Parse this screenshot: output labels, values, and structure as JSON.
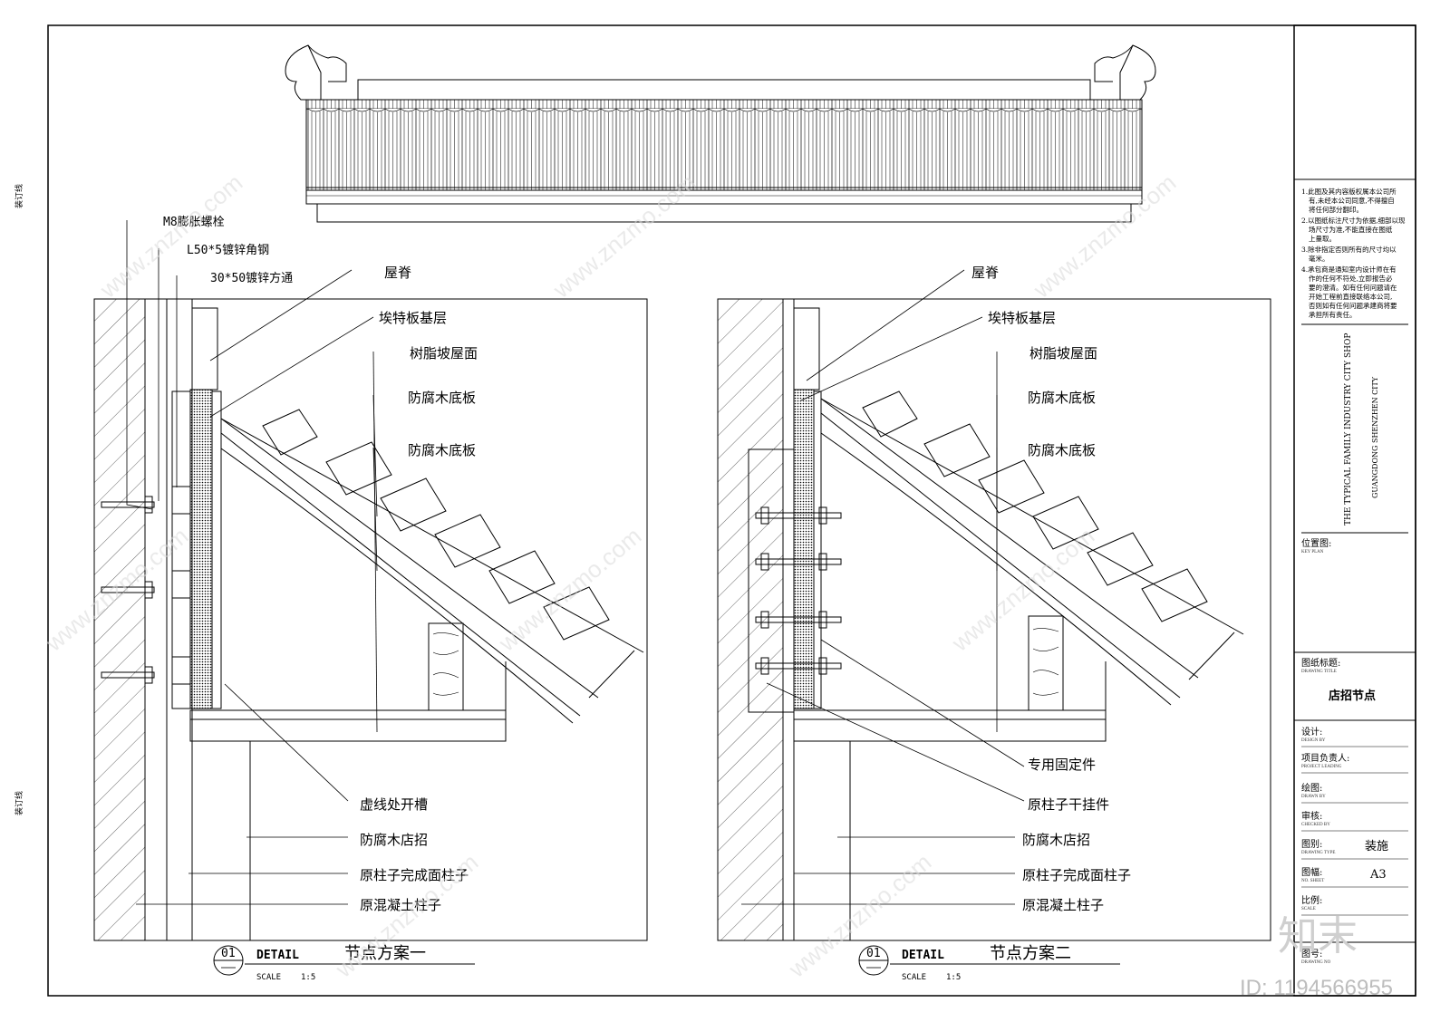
{
  "binding_marks": [
    "装订线",
    "装订线"
  ],
  "roof_callouts_left": [
    "M8膨胀螺栓",
    "L50*5镀锌角钢",
    "30*50镀锌方通"
  ],
  "detail1": {
    "upper_labels": [
      "屋脊",
      "埃特板基层",
      "树脂坡屋面",
      "防腐木底板",
      "防腐木底板"
    ],
    "lower_labels": [
      "虚线处开槽",
      "防腐木店招",
      "原柱子完成面柱子",
      "原混凝土柱子"
    ],
    "number": "01",
    "word": "DETAIL",
    "title": "节点方案一",
    "scale_label": "SCALE",
    "scale_value": "1:5"
  },
  "detail2": {
    "upper_labels": [
      "屋脊",
      "埃特板基层",
      "树脂坡屋面",
      "防腐木底板",
      "防腐木底板"
    ],
    "lower_labels": [
      "专用固定件",
      "原柱子干挂件",
      "防腐木店招",
      "原柱子完成面柱子",
      "原混凝土柱子"
    ],
    "number": "01",
    "word": "DETAIL",
    "title": "节点方案二",
    "scale_label": "SCALE",
    "scale_value": "1:5"
  },
  "notes": [
    "1.此图及其内容版权属本公司所",
    "有,未经本公司同意,不得擅自",
    "将任何部分翻印。",
    "2.以图纸标注尺寸为依据,细部以现",
    "场尺寸为准,不能直接在图纸",
    "上量取。",
    "3.除非指定否则所有的尺寸均以",
    "毫米。",
    "4.承包商是通知室内设计师在有",
    "作的任何不符处,立即报告必",
    "要的澄清。如有任何问题请在",
    "开始工程前直接联络本公司,",
    "否则如有任何问题承建商将要",
    "承担所有责任。"
  ],
  "project": {
    "line1": "THE TYPICAL FAMILY    INDUSTRY CITY SHOP",
    "line2": "GUANGDONG SHENZHEN CITY"
  },
  "key_plan": {
    "label": "位置图:",
    "sub": "KEY PLAN"
  },
  "drawing_title": {
    "label": "图纸标题:",
    "sub": "DRAWING TITLE",
    "value": "店招节点"
  },
  "title_rows": [
    {
      "label": "设计:",
      "sub": "DESIGN BY",
      "value": ""
    },
    {
      "label": "项目负责人:",
      "sub": "PROJECT LEADING",
      "value": ""
    },
    {
      "label": "绘图:",
      "sub": "DRAWN BY",
      "value": ""
    },
    {
      "label": "审核:",
      "sub": "CHECKED BY",
      "value": ""
    },
    {
      "label": "图别:",
      "sub": "DRAWING TYPE",
      "value": "装施"
    },
    {
      "label": "图幅:",
      "sub": "NO. SHEET",
      "value": "A3"
    },
    {
      "label": "比例:",
      "sub": "SCALE",
      "value": ""
    },
    {
      "label": "图号:",
      "sub": "DRAWING NO",
      "value": ""
    }
  ],
  "watermark": {
    "text": "www.znzmo.com",
    "logo": "知末",
    "id": "ID: 1194566955"
  }
}
